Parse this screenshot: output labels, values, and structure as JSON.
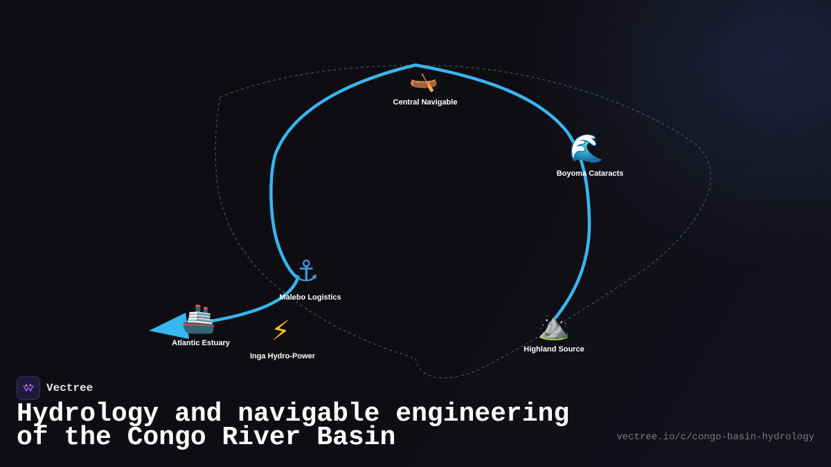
{
  "colors": {
    "river": "#38b6f0",
    "boundary": "#4a5468",
    "background": "#0e0e12"
  },
  "nodes": [
    {
      "id": "central",
      "icon": "canoe-icon",
      "glyph": "🛶",
      "label": "Central Navigable"
    },
    {
      "id": "boyoma",
      "icon": "wave-icon",
      "glyph": "🌊",
      "label": "Boyoma Cataracts"
    },
    {
      "id": "malebo",
      "icon": "anchor-icon",
      "glyph": "⚓",
      "label": "Malebo Logistics"
    },
    {
      "id": "atlantic",
      "icon": "ship-icon",
      "glyph": "🚢",
      "label": "Atlantic Estuary"
    },
    {
      "id": "inga",
      "icon": "lightning-icon",
      "glyph": "⚡",
      "label": "Inga Hydro-Power"
    },
    {
      "id": "highland",
      "icon": "mountain-icon",
      "glyph": "⛰️",
      "label": "Highland Source"
    }
  ],
  "brand": {
    "name": "Vectree"
  },
  "title": "Hydrology and navigable engineering of the Congo River Basin",
  "url": "vectree.io/c/congo-basin-hydrology"
}
